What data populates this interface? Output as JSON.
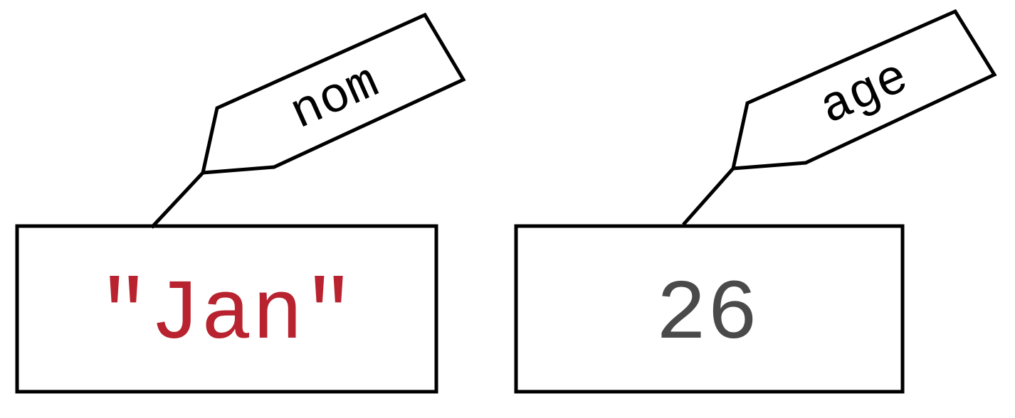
{
  "variables": [
    {
      "name": "nom",
      "value": "\"Jan\"",
      "value_color": "#b8232f"
    },
    {
      "name": "age",
      "value": "26",
      "value_color": "#4a4a4a"
    }
  ]
}
